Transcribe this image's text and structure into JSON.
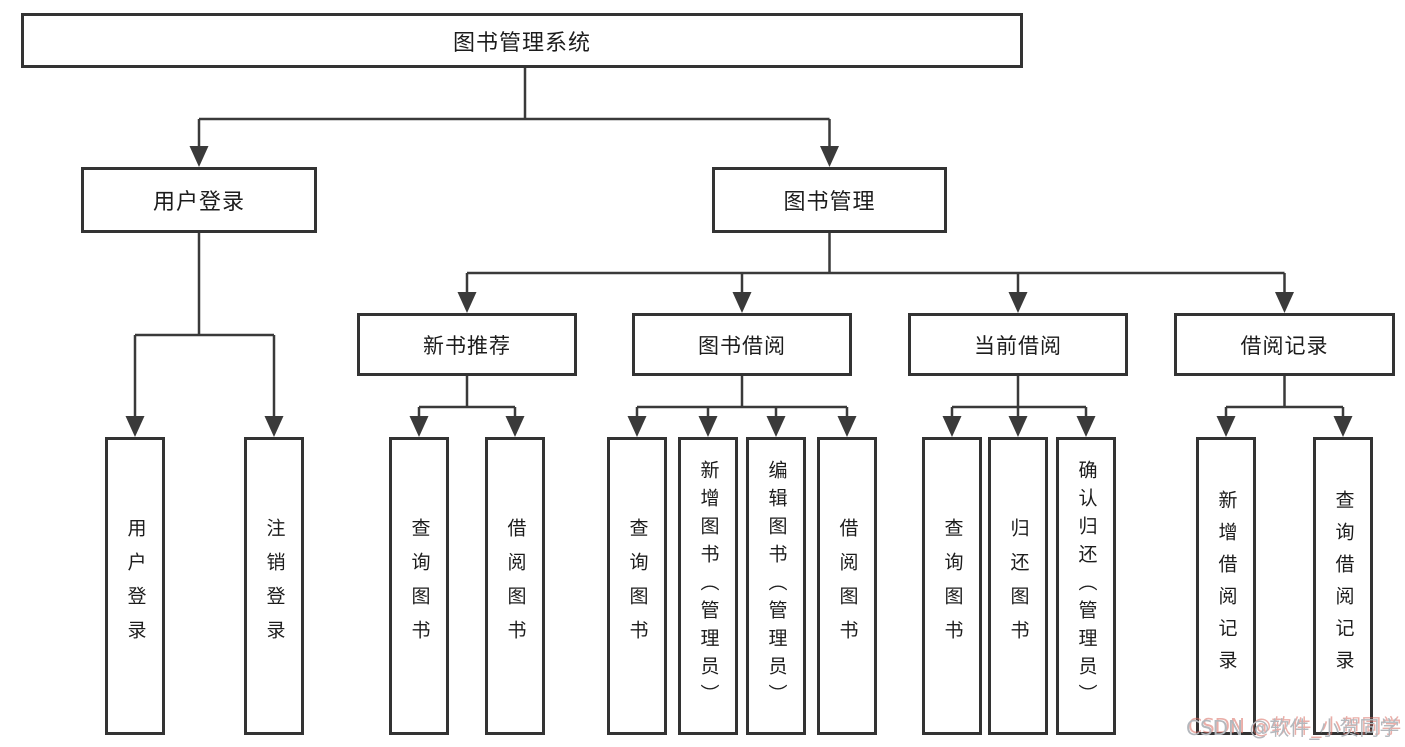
{
  "diagram": {
    "tree": {
      "label": "图书管理系统",
      "children": [
        {
          "label": "用户登录",
          "children": [
            {
              "label": "用户登录"
            },
            {
              "label": "注销登录"
            }
          ]
        },
        {
          "label": "图书管理",
          "children": [
            {
              "label": "新书推荐",
              "children": [
                {
                  "label": "查询图书"
                },
                {
                  "label": "借阅图书"
                }
              ]
            },
            {
              "label": "图书借阅",
              "children": [
                {
                  "label": "查询图书"
                },
                {
                  "label": "新增图书（管理员）"
                },
                {
                  "label": "编辑图书（管理员）"
                },
                {
                  "label": "借阅图书"
                }
              ]
            },
            {
              "label": "当前借阅",
              "children": [
                {
                  "label": "查询图书"
                },
                {
                  "label": "归还图书"
                },
                {
                  "label": "确认归还（管理员）"
                }
              ]
            },
            {
              "label": "借阅记录",
              "children": [
                {
                  "label": "新增借阅记录"
                },
                {
                  "label": "查询借阅记录"
                }
              ]
            }
          ]
        }
      ]
    },
    "watermark": "CSDN @软件_小贺同学",
    "colors": {
      "background": "#ffffff",
      "line": "#3a3a3a",
      "box_border": "#333333",
      "text": "#1c1c1c",
      "watermark_gray": "#b4b8bd",
      "watermark_red": "#d86c60"
    }
  }
}
